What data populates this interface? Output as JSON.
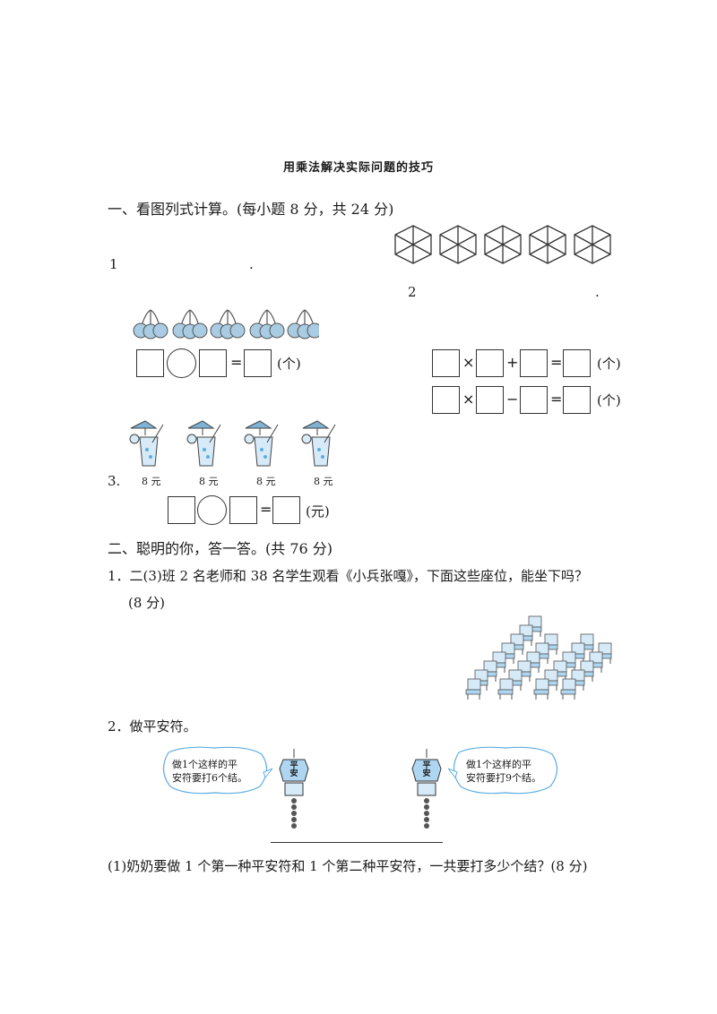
{
  "title": "用乘法解决实际问题的技巧",
  "section1": {
    "heading": "一、看图列式计算。(每小题 8 分，共 24 分)",
    "q1_label": "1",
    "q1_dot": ".",
    "q2_label": "2",
    "q2_dot": ".",
    "q3_label": "3.",
    "eq": "=",
    "unit_ge": "(个)",
    "unit_yuan": "(元)",
    "times": "×",
    "plus": "+",
    "minus": "−",
    "prices": [
      "8 元",
      "8 元",
      "8 元",
      "8 元"
    ]
  },
  "section2": {
    "heading": "二、聪明的你，答一答。(共 76 分)",
    "q1_line1": "1．二(3)班 2 名老师和 38 名学生观看《小兵张嘎》，下面这些座位，能坐下吗？",
    "q1_line2": "(8 分)",
    "q2": "2．做平安符。",
    "bubble_left_1": "做1个这样的平",
    "bubble_left_2": "安符要打6个结。",
    "bubble_right_1": "做1个这样的平",
    "bubble_right_2": "安符要打9个结。",
    "charm_text": [
      "平",
      "安"
    ],
    "sub1": "(1)奶奶要做 1 个第一种平安符和 1 个第二种平安符，一共要打多少个结？(8 分)"
  }
}
